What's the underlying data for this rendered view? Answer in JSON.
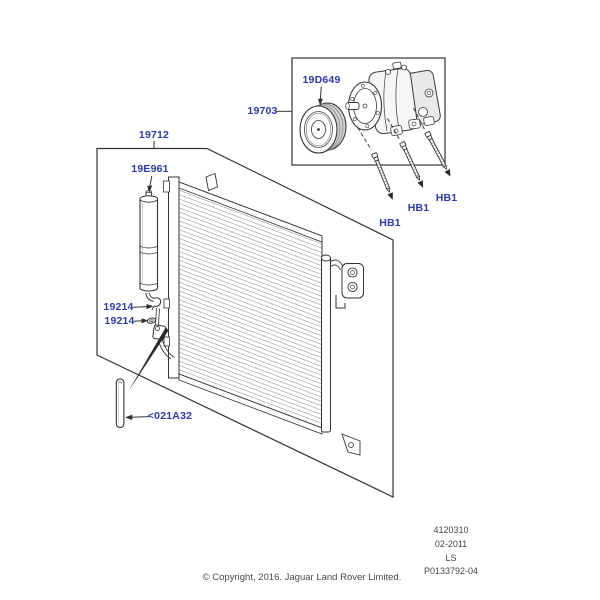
{
  "callouts": {
    "condenser_assembly": "19712",
    "receiver_drier": "19E961",
    "fitting_upper": "19214",
    "fitting_lower": "19214",
    "seal_strip": "<021A32",
    "compressor": "19703",
    "clutch_pulley": "19D649",
    "bolt_left": "HB1",
    "bolt_middle": "HB1",
    "bolt_right": "HB1"
  },
  "plate": {
    "lines": [
      "4120310",
      "02-2011",
      "LS",
      "P0133792-04"
    ]
  },
  "footer": {
    "copyright": "© Copyright, 2016. Jaguar Land Rover Limited."
  },
  "colors": {
    "callout_blue": "#2838c0",
    "line_dark": "#333333"
  }
}
